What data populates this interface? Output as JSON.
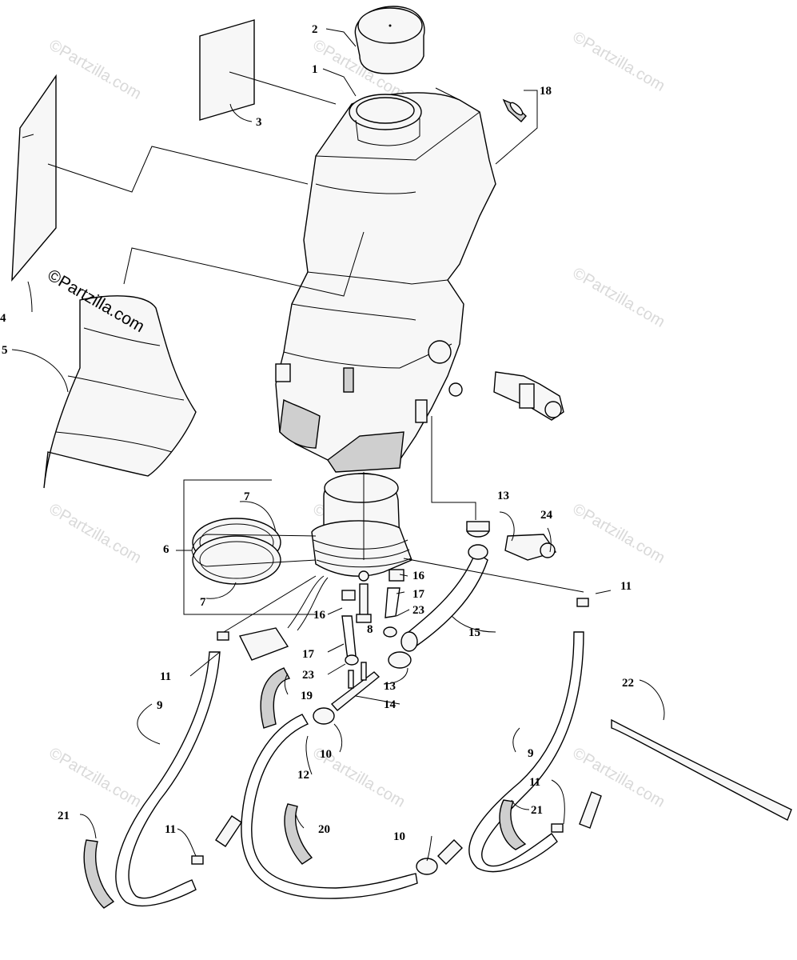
{
  "watermark_text": "©Partzilla.com",
  "brand_text": "©Partzilla.com",
  "callouts": [
    "1",
    "2",
    "3",
    "4",
    "5",
    "6",
    "7",
    "7",
    "8",
    "9",
    "9",
    "10",
    "10",
    "11",
    "11",
    "11",
    "11",
    "12",
    "13",
    "13",
    "14",
    "15",
    "16",
    "16",
    "17",
    "17",
    "18",
    "19",
    "20",
    "21",
    "21",
    "22",
    "23",
    "23",
    "24"
  ]
}
